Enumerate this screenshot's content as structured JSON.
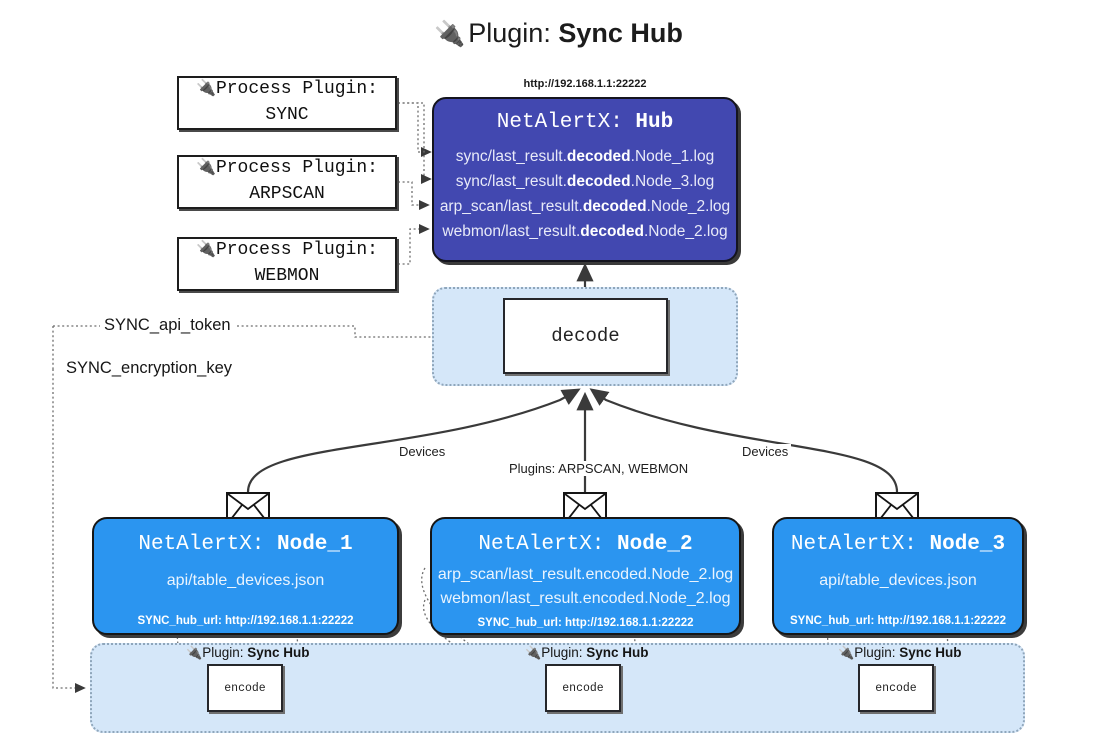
{
  "header": {
    "plug_icon": "plug-icon",
    "prefix": "Plugin: ",
    "title": "Sync Hub"
  },
  "process_plugins": {
    "line1": "Process Plugin:",
    "items": [
      {
        "name": "SYNC"
      },
      {
        "name": "ARPSCAN"
      },
      {
        "name": "WEBMON"
      }
    ]
  },
  "hub": {
    "url": "http://192.168.1.1:22222",
    "title_prefix": "NetAlertX: ",
    "title_name": "Hub",
    "logs": [
      {
        "pre": "sync/last_result.",
        "mid": "decoded",
        "post": ".Node_1.log"
      },
      {
        "pre": "sync/last_result.",
        "mid": "decoded",
        "post": ".Node_3.log"
      },
      {
        "pre": "arp_scan/last_result.",
        "mid": "decoded",
        "post": ".Node_2.log"
      },
      {
        "pre": "webmon/last_result.",
        "mid": "decoded",
        "post": ".Node_2.log"
      }
    ]
  },
  "decode": {
    "label": "decode"
  },
  "keys": {
    "api_token": "SYNC_api_token",
    "encryption_key": "SYNC_encryption_key"
  },
  "edge_labels": {
    "devices_left": "Devices",
    "devices_right": "Devices",
    "plugins_middle": "Plugins: ARPSCAN, WEBMON"
  },
  "nodes": [
    {
      "title_prefix": "NetAlertX: ",
      "title_name": "Node_1",
      "logs": [
        "api/table_devices.json"
      ],
      "hub_url_label": "SYNC_hub_url: http://192.168.1.1:22222",
      "envelope_icon": "envelope-icon"
    },
    {
      "title_prefix": "NetAlertX: ",
      "title_name": "Node_2",
      "logs": [
        "arp_scan/last_result.encoded.Node_2.log",
        "webmon/last_result.encoded.Node_2.log"
      ],
      "hub_url_label": "SYNC_hub_url: http://192.168.1.1:22222",
      "envelope_icon": "envelope-icon"
    },
    {
      "title_prefix": "NetAlertX: ",
      "title_name": "Node_3",
      "logs": [
        "api/table_devices.json"
      ],
      "hub_url_label": "SYNC_hub_url: http://192.168.1.1:22222",
      "envelope_icon": "envelope-icon"
    }
  ],
  "encoders": [
    {
      "plugin_prefix": "Plugin: ",
      "plugin_name": "Sync Hub",
      "label": "encode"
    },
    {
      "plugin_prefix": "Plugin: ",
      "plugin_name": "Sync Hub",
      "label": "encode"
    },
    {
      "plugin_prefix": "Plugin: ",
      "plugin_name": "Sync Hub",
      "label": "encode"
    }
  ],
  "colors": {
    "hub_fill": "#4248b0",
    "node_fill": "#2b95f0",
    "container_fill": "#d5e7f9",
    "container_stroke": "#8fa6bb",
    "line": "#3a3a3a"
  }
}
